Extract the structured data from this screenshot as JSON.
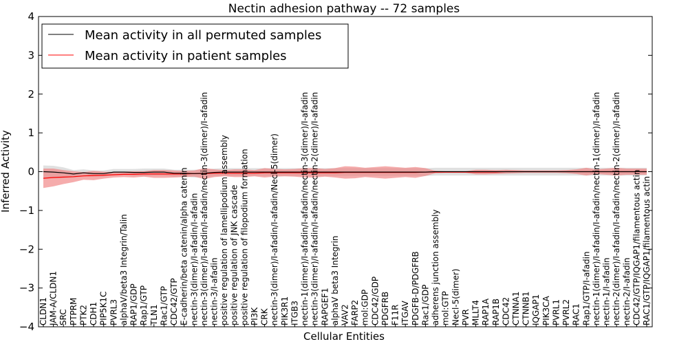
{
  "chart_data": {
    "type": "line",
    "title": "Nectin adhesion pathway -- 72 samples",
    "xlabel": "Cellular Entities",
    "ylabel": "Inferred Activity",
    "ylim": [
      -4,
      4
    ],
    "yticks": [
      4,
      3,
      2,
      1,
      0,
      -1,
      -2,
      -3,
      -4
    ],
    "grid": false,
    "legend_position": "top-left",
    "categories": [
      "CLDN1",
      "JAM-A/CLDN1",
      "SRC",
      "PTPRM",
      "PTK2",
      "CDH1",
      "PIP5K1C",
      "PVRL3",
      "alphaV/beta3 Integrin/Talin",
      "RAP1/GDP",
      "Rap1/GTP",
      "TLN1",
      "Rac1/GTP",
      "CDC42/GTP",
      "E-cadherin/beta catenin/alpha catenin",
      "nectin-3(dimer)/I-afadin/I-afadin",
      "nectin-3(dimer)/I-afadin/I-afadin/nectin-3(dimer)/I-afadin",
      "nectin-3/I-afadin",
      "positive regulation of lamellipodium assembly",
      "positive regulation of JNK cascade",
      "positive regulation of filopodium formation",
      "PI3K",
      "CRK",
      "nectin-3(dimer)/I-afadin/I-afadin/Necl-5(dimer)",
      "PIK3R1",
      "ITGB3",
      "nectin-1(dimer)/I-afadin/I-afadin/nectin-3(dimer)/I-afadin",
      "nectin-3(dimer)/I-afadin/I-afadin/nectin-2(dimer)/I-afadin",
      "RAPGEF1",
      "alphaV beta3 Integrin",
      "VAV2",
      "FARP2",
      "mol:GDP",
      "CDC42/GDP",
      "PDGFRB",
      "F11R",
      "ITGAV",
      "PDGFB-D/PDGFRB",
      "Rac1/GDP",
      "adherens junction assembly",
      "mol:GTP",
      "Necl-5(dimer)",
      "PVR",
      "MLLT4",
      "RAP1A",
      "RAP1B",
      "CDC42",
      "CTNNA1",
      "CTNNB1",
      "IQGAP1",
      "PIK3CA",
      "PVRL1",
      "PVRL2",
      "RAC1",
      "Rap1/GTP/I-afadin",
      "nectin-1(dimer)/I-afadin/I-afadin/nectin-1(dimer)/I-afadin",
      "nectin-1/I-afadin",
      "nectin-2(dimer)/I-afadin/I-afadin/nectin-2(dimer)/I-afadin",
      "nectin-2/I-afadin",
      "CDC42/GTP/IQGAP1/filamentous actin",
      "RAC1/GTP/IQGAP1/filamentous actin"
    ],
    "series": [
      {
        "name": "Mean activity in all permuted samples",
        "color": "#000000",
        "band_color": "#bbbbbb",
        "values": [
          0.0,
          -0.01,
          -0.03,
          -0.06,
          -0.03,
          -0.05,
          -0.05,
          -0.01,
          -0.01,
          -0.02,
          -0.02,
          -0.01,
          -0.01,
          -0.04,
          -0.04,
          -0.05,
          -0.04,
          -0.02,
          -0.01,
          -0.01,
          -0.01,
          -0.01,
          -0.01,
          -0.01,
          -0.01,
          -0.01,
          -0.01,
          -0.01,
          -0.01,
          -0.01,
          -0.01,
          -0.01,
          -0.01,
          -0.01,
          -0.01,
          -0.01,
          -0.01,
          -0.01,
          -0.01,
          0.0,
          0.0,
          0.0,
          0.0,
          0.0,
          0.0,
          0.0,
          0.0,
          0.0,
          0.0,
          0.0,
          0.0,
          0.0,
          0.0,
          0.0,
          0.0,
          0.0,
          0.0,
          0.0,
          0.0,
          0.0,
          0.0
        ],
        "band": [
          0.16,
          0.16,
          0.14,
          0.1,
          0.09,
          0.08,
          0.08,
          0.08,
          0.08,
          0.09,
          0.1,
          0.09,
          0.09,
          0.09,
          0.09,
          0.1,
          0.1,
          0.1,
          0.1,
          0.1,
          0.1,
          0.1,
          0.1,
          0.1,
          0.1,
          0.1,
          0.1,
          0.1,
          0.1,
          0.1,
          0.1,
          0.1,
          0.1,
          0.1,
          0.1,
          0.1,
          0.1,
          0.1,
          0.1,
          0.1,
          0.1,
          0.1,
          0.1,
          0.1,
          0.1,
          0.1,
          0.1,
          0.1,
          0.1,
          0.1,
          0.1,
          0.1,
          0.1,
          0.1,
          0.1,
          0.1,
          0.1,
          0.1,
          0.1,
          0.1,
          0.1
        ]
      },
      {
        "name": "Mean activity in patient samples",
        "color": "#ff0000",
        "band_color": "#f08080",
        "values": [
          -0.17,
          -0.15,
          -0.14,
          -0.13,
          -0.11,
          -0.1,
          -0.09,
          -0.08,
          -0.07,
          -0.07,
          -0.06,
          -0.06,
          -0.06,
          -0.06,
          -0.06,
          -0.05,
          -0.05,
          -0.04,
          -0.04,
          -0.04,
          -0.04,
          -0.04,
          -0.03,
          -0.03,
          -0.03,
          -0.03,
          -0.03,
          -0.03,
          -0.03,
          -0.03,
          -0.02,
          -0.02,
          -0.02,
          -0.02,
          -0.02,
          -0.02,
          -0.02,
          -0.02,
          -0.01,
          -0.01,
          -0.01,
          -0.01,
          -0.01,
          -0.01,
          -0.01,
          -0.01,
          0.0,
          0.0,
          0.0,
          0.0,
          0.0,
          0.0,
          0.0,
          0.0,
          0.0,
          0.0,
          0.0,
          0.0,
          0.0,
          0.0,
          0.0
        ],
        "band": [
          0.25,
          0.23,
          0.18,
          0.14,
          0.1,
          0.12,
          0.09,
          0.07,
          0.07,
          0.08,
          0.07,
          0.1,
          0.1,
          0.09,
          0.08,
          0.08,
          0.14,
          0.1,
          0.08,
          0.1,
          0.1,
          0.08,
          0.12,
          0.1,
          0.09,
          0.1,
          0.12,
          0.12,
          0.1,
          0.12,
          0.16,
          0.15,
          0.12,
          0.14,
          0.16,
          0.14,
          0.12,
          0.14,
          0.1,
          0.03,
          0.02,
          0.02,
          0.02,
          0.06,
          0.06,
          0.05,
          0.05,
          0.04,
          0.03,
          0.03,
          0.03,
          0.03,
          0.04,
          0.06,
          0.1,
          0.06,
          0.08,
          0.1,
          0.08,
          0.08,
          0.08
        ]
      }
    ]
  }
}
